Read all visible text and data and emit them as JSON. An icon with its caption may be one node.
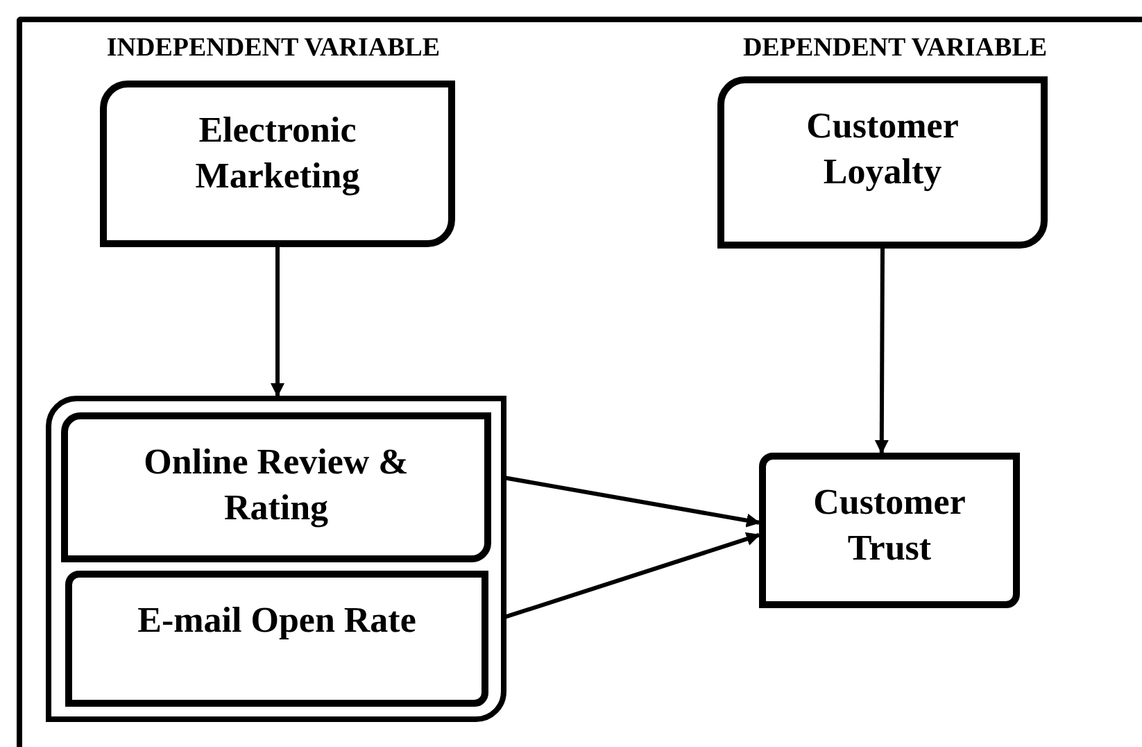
{
  "diagram": {
    "nodes": [
      {
        "text": [
          "Electronic Marketing"
        ]
      },
      {
        "text": [
          "Customer Loyalty"
        ]
      },
      {
        "text": [],
        "shape": "box"
      },
      {
        "text": [
          "Online Review & Rating"
        ],
        "in": 2
      },
      {
        "text": [
          "E-mail Open Rate"
        ],
        "in": 2
      },
      {
        "text": [
          "Customer Trust"
        ]
      }
    ],
    "edges": [
      {
        "from": 0,
        "to": 2,
        "arrow": "to"
      },
      {
        "from": 1,
        "to": 5,
        "arrow": "to"
      },
      {
        "from": 3,
        "to": 5,
        "arrow": "to"
      },
      {
        "from": 4,
        "to": 5,
        "arrow": "to"
      }
    ],
    "labels": [
      "INDEPENDENT VARIABLE",
      "DEPENDENT VARIABLE"
    ]
  }
}
